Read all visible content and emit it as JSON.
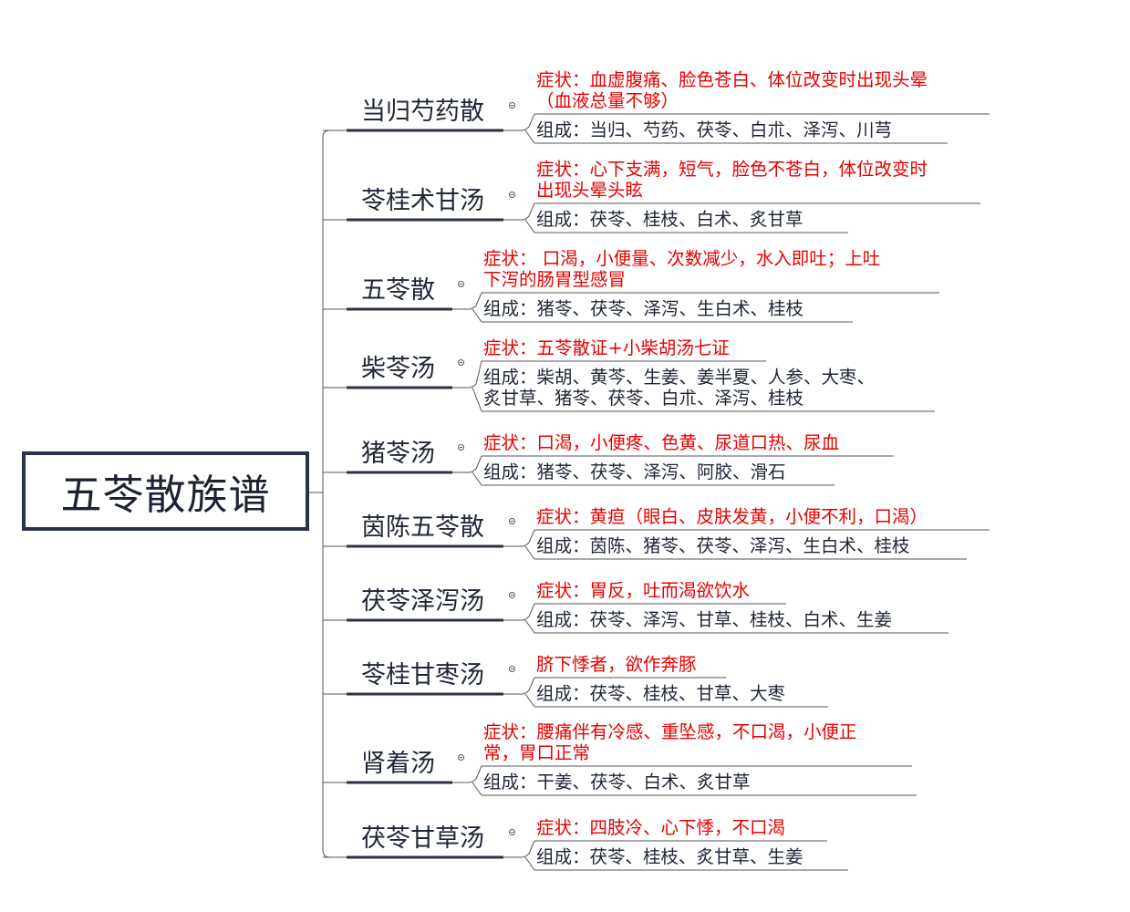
{
  "root": {
    "title": "五苓散族谱"
  },
  "colors": {
    "symptom": "#e60000",
    "composition": "#1f2636",
    "line": "#2b3245",
    "connector": "#555555"
  },
  "branches": [
    {
      "name": "当归芍药散",
      "symptoms": [
        "症状：血虚腹痛、脸色苍白、体位改变时出现头晕",
        "（血液总量不够）"
      ],
      "composition": [
        "组成：当归、芍药、茯苓、白朮、泽泻、川芎"
      ]
    },
    {
      "name": "苓桂术甘汤",
      "symptoms": [
        "症状：心下支满，短气，脸色不苍白，体位改变时",
        "出现头晕头眩"
      ],
      "composition": [
        "组成：茯苓、桂枝、白术、炙甘草"
      ]
    },
    {
      "name": "五苓散",
      "symptoms": [
        "症状： 口渴，小便量、次数减少，水入即吐；上吐",
        "下泻的肠胃型感冒"
      ],
      "composition": [
        "组成：猪苓、茯苓、泽泻、生白术、桂枝"
      ]
    },
    {
      "name": "柴苓汤",
      "symptoms": [
        "症状：五苓散证+小柴胡汤七证"
      ],
      "composition": [
        "组成：柴胡、黄芩、生姜、姜半夏、人参、大枣、",
        "炙甘草、猪苓、茯苓、白朮、泽泻、桂枝"
      ]
    },
    {
      "name": "猪苓汤",
      "symptoms": [
        "症状：口渴，小便疼、色黄、尿道口热、尿血"
      ],
      "composition": [
        "组成：猪苓、茯苓、泽泻、阿胶、滑石"
      ]
    },
    {
      "name": "茵陈五苓散",
      "symptoms": [
        "症状：黄疸（眼白、皮肤发黄，小便不利，口渴）"
      ],
      "composition": [
        "组成：茵陈、猪苓、茯苓、泽泻、生白术、桂枝"
      ]
    },
    {
      "name": "茯苓泽泻汤",
      "symptoms": [
        "症状：胃反，吐而渴欲饮水"
      ],
      "composition": [
        "组成：茯苓、泽泻、甘草、桂枝、白术、生姜"
      ]
    },
    {
      "name": "苓桂甘枣汤",
      "symptoms": [
        "脐下悸者，欲作奔豚"
      ],
      "composition": [
        "组成：茯苓、桂枝、甘草、大枣"
      ]
    },
    {
      "name": "肾着汤",
      "symptoms": [
        "症状：腰痛伴有冷感、重坠感，不口渴，小便正",
        "常，胃口正常"
      ],
      "composition": [
        "组成：干姜、茯苓、白术、炙甘草"
      ]
    },
    {
      "name": "茯苓甘草汤",
      "symptoms": [
        "症状：四肢冷、心下悸，不口渴"
      ],
      "composition": [
        "组成：茯苓、桂枝、炙甘草、生姜"
      ]
    }
  ]
}
